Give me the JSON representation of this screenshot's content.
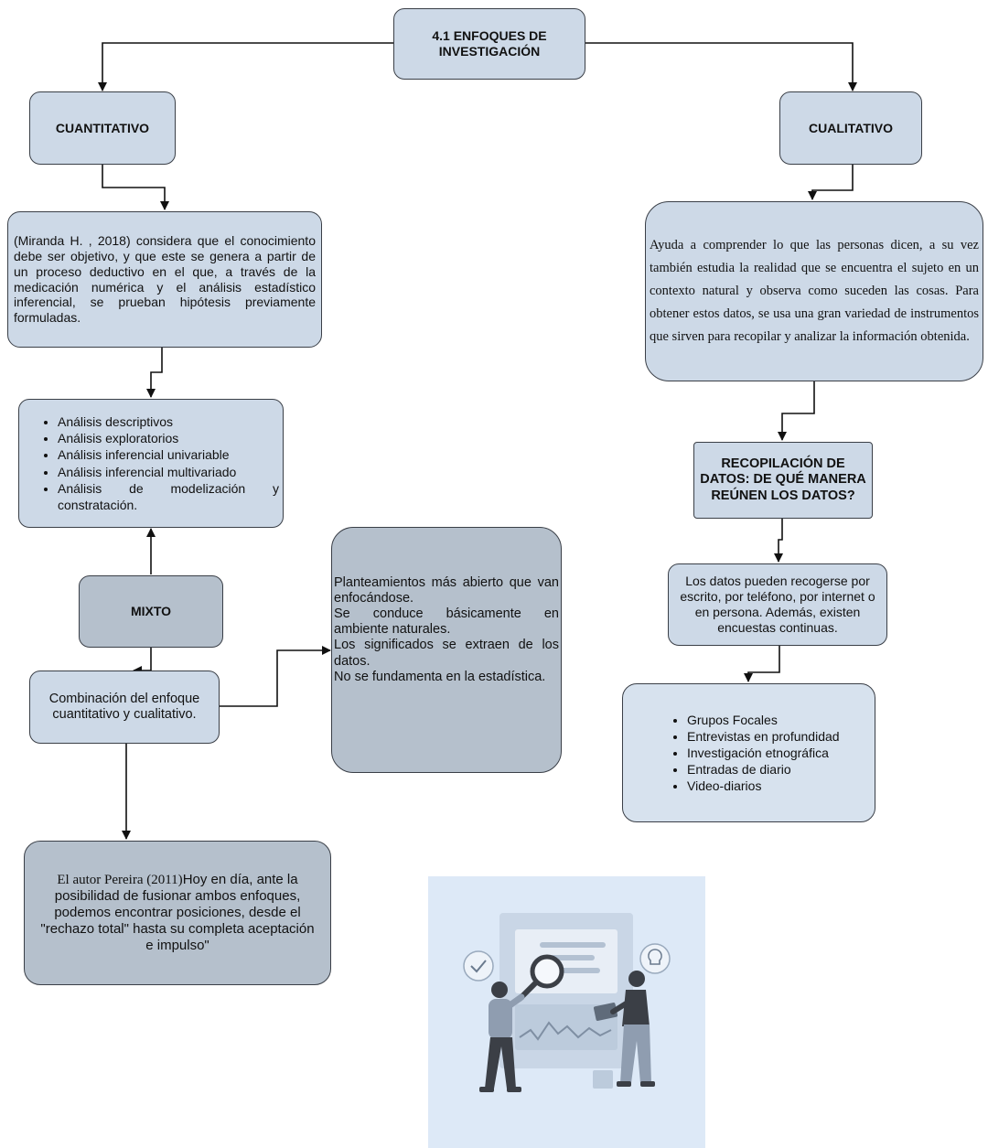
{
  "root": {
    "title": "4.1 ENFOQUES DE INVESTIGACIÓN"
  },
  "cuantitativo": {
    "title": "CUANTITATIVO",
    "description": "(Miranda H. , 2018) considera que el conocimiento debe ser objetivo, y que este se genera a partir de un proceso deductivo en el que, a través de la medicación numérica y el análisis estadístico inferencial, se prueban hipótesis previamente formuladas.",
    "analyses": [
      "Análisis descriptivos",
      "Análisis exploratorios",
      "Análisis inferencial univariable",
      "Análisis inferencial multivariado",
      "Análisis de modelización y constratación."
    ]
  },
  "mixto": {
    "title": "MIXTO",
    "combination": "Combinación del enfoque cuantitativo y cualitativo.",
    "characteristics": [
      "Planteamientos más abierto que van enfocándose.",
      "Se conduce básicamente en ambiente naturales.",
      "Los significados se extraen de los datos.",
      "No se fundamenta en la estadística."
    ],
    "quote_author": "El autor Pereira (2011)",
    "quote_text": "Hoy en día, ante la posibilidad de fusionar ambos enfoques, podemos encontrar posiciones, desde el \"rechazo total\" hasta su completa aceptación e impulso\""
  },
  "cualitativo": {
    "title": "CUALITATIVO",
    "description": "Ayuda a comprender lo que las personas dicen, a su vez también estudia la realidad que se encuentra el sujeto en un contexto natural y observa como suceden las cosas. Para obtener estos datos, se usa una gran variedad de instrumentos que sirven para recopilar y analizar la información obtenida.",
    "collection_title": "RECOPILACIÓN DE DATOS: DE QUÉ MANERA REÚNEN LOS DATOS?",
    "collection_text": "Los datos pueden recogerse por escrito, por teléfono, por internet o en persona. Además, existen encuestas continuas.",
    "methods": [
      "Grupos Focales",
      "Entrevistas en profundidad",
      "Investigación etnográfica",
      "Entradas de diario",
      "Video-diarios"
    ]
  },
  "illustration": {
    "icon": "research-analysis-illustration"
  },
  "colors": {
    "box_fill": "#cdd9e7",
    "box_fill_dark": "#b5c0cc",
    "box_fill_light": "#d7e2ee",
    "border": "#3a3f47",
    "arrow": "#111111",
    "illustration_bg": "#dde9f7"
  }
}
